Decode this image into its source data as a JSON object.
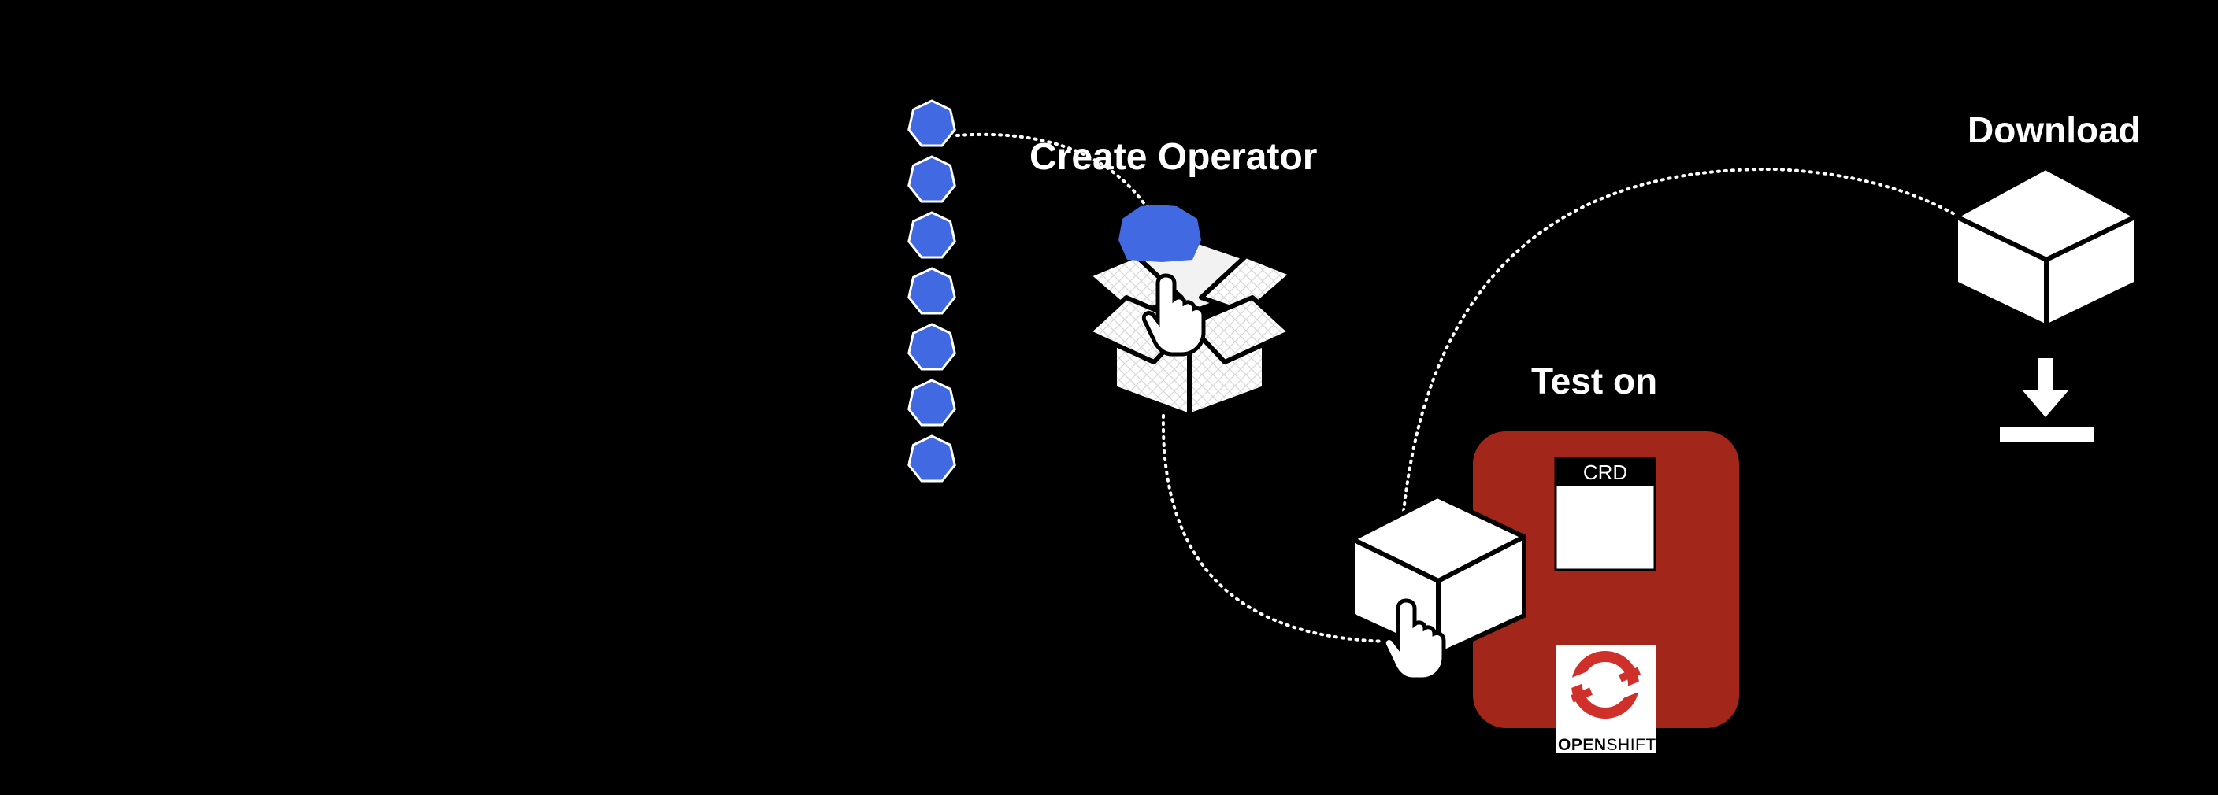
{
  "labels": {
    "create_operator": "Create Operator",
    "download": "Download",
    "test_on": "Test on",
    "crd": "CRD",
    "openshift_open": "OPEN",
    "openshift_shift": "SHIFT"
  },
  "colors": {
    "background": "#000000",
    "component_blue": "#4169e1",
    "openshift_panel": "#a3261a",
    "openshift_logo_red": "#d0302a",
    "line": "#ffffff"
  },
  "icons": {
    "component_stack": "heptagon-icon",
    "open_box": "open-box-icon",
    "packaged_box": "closed-box-icon",
    "download": "download-arrow-icon",
    "pointer": "hand-pointer-icon",
    "openshift_logo": "openshift-logo-icon",
    "crd_document": "crd-document-icon"
  }
}
